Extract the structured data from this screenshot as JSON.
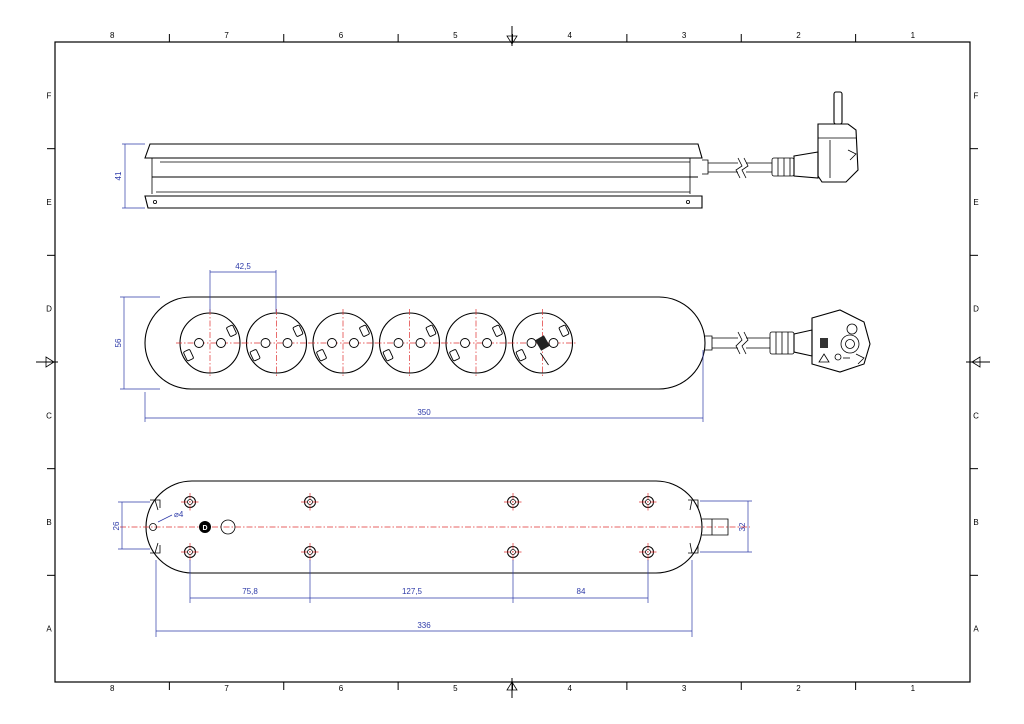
{
  "frame": {
    "column_labels": [
      "8",
      "7",
      "6",
      "5",
      "4",
      "3",
      "2",
      "1"
    ],
    "row_labels": [
      "F",
      "E",
      "D",
      "C",
      "B",
      "A"
    ]
  },
  "views": {
    "side": {
      "height_dim": "41"
    },
    "top": {
      "pitch_dim": "42,5",
      "height_dim": "56",
      "length_dim": "350",
      "socket_count": 6
    },
    "bottom": {
      "hole_dim": "⌀4",
      "height_dim_left": "26",
      "height_dim_right": "32",
      "spacing_dims": [
        "75,8",
        "127,5",
        "84"
      ],
      "overall_dim": "336"
    }
  }
}
